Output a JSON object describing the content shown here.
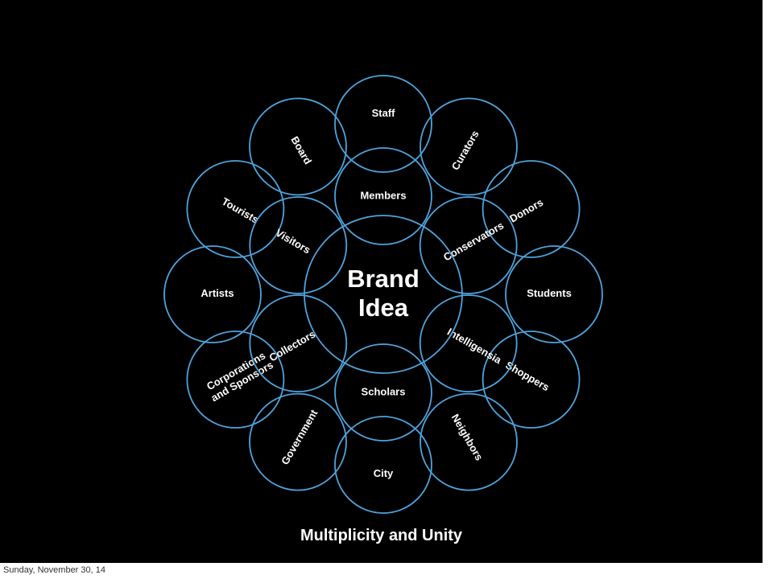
{
  "colors": {
    "background": "#000000",
    "circle_stroke": "#4ea3dc",
    "text": "#ffffff",
    "footer_background": "#ffffff",
    "footer_text": "#333333"
  },
  "diagram": {
    "center": {
      "lines": [
        "Brand",
        "Idea"
      ]
    },
    "inner_ring": [
      {
        "label": "Members"
      },
      {
        "label": "Conservators"
      },
      {
        "label": "Intelligensia"
      },
      {
        "label": "Scholars"
      },
      {
        "label": "Collectors"
      },
      {
        "label": "Visitors"
      }
    ],
    "outer_ring": [
      {
        "lines": [
          "Staff"
        ]
      },
      {
        "lines": [
          "Curators"
        ]
      },
      {
        "lines": [
          "Donors"
        ]
      },
      {
        "lines": [
          "Students"
        ]
      },
      {
        "lines": [
          "Shoppers"
        ]
      },
      {
        "lines": [
          "Neighbors"
        ]
      },
      {
        "lines": [
          "City"
        ]
      },
      {
        "lines": [
          "Government"
        ]
      },
      {
        "lines": [
          "Corporations",
          "and Sponsors"
        ]
      },
      {
        "lines": [
          "Artists"
        ]
      },
      {
        "lines": [
          "Tourists"
        ]
      },
      {
        "lines": [
          "Board"
        ]
      }
    ]
  },
  "caption": "Multiplicity and Unity",
  "footer": {
    "date": "Sunday, November 30, 14"
  }
}
